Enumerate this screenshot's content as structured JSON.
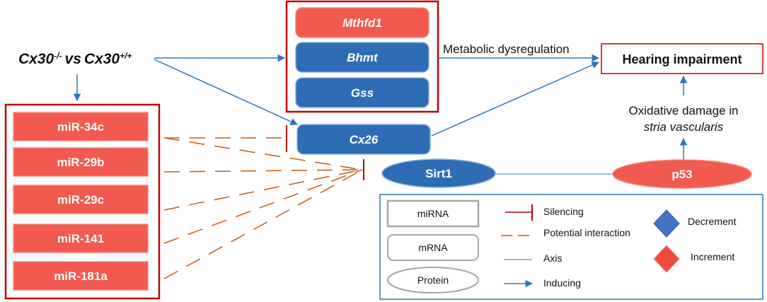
{
  "comparison": {
    "gene": "Cx30",
    "knockout_sup": "-/-",
    "vs": "vs",
    "wildtype_sup": "+/+"
  },
  "genes": {
    "mthfd1": "Mthfd1",
    "bhmt": "Bhmt",
    "gss": "Gss",
    "cx26": "Cx26"
  },
  "mirnas": [
    "miR-34c",
    "miR-29b",
    "miR-29c",
    "miR-141",
    "miR-181a"
  ],
  "proteins": {
    "sirt1": "Sirt1",
    "p53": "p53"
  },
  "labels": {
    "metabolic": "Metabolic dysregulation",
    "oxidative_line1": "Oxidative damage in",
    "oxidative_line2": "stria vascularis",
    "outcome": "Hearing impairment"
  },
  "legend": {
    "mirna": "miRNA",
    "mrna": "mRNA",
    "protein": "Protein",
    "silencing": "Silencing",
    "potential": "Potential interaction",
    "axis": "Axis",
    "inducing": "Inducing",
    "decrement": "Decrement",
    "increment": "Increment"
  },
  "colors": {
    "increment": "#f2594f",
    "decrement": "#2e6db5",
    "frame": "#c00000",
    "arrow": "#2e75b6",
    "dash": "#c55a11",
    "legend_border": "#2e75b6"
  }
}
